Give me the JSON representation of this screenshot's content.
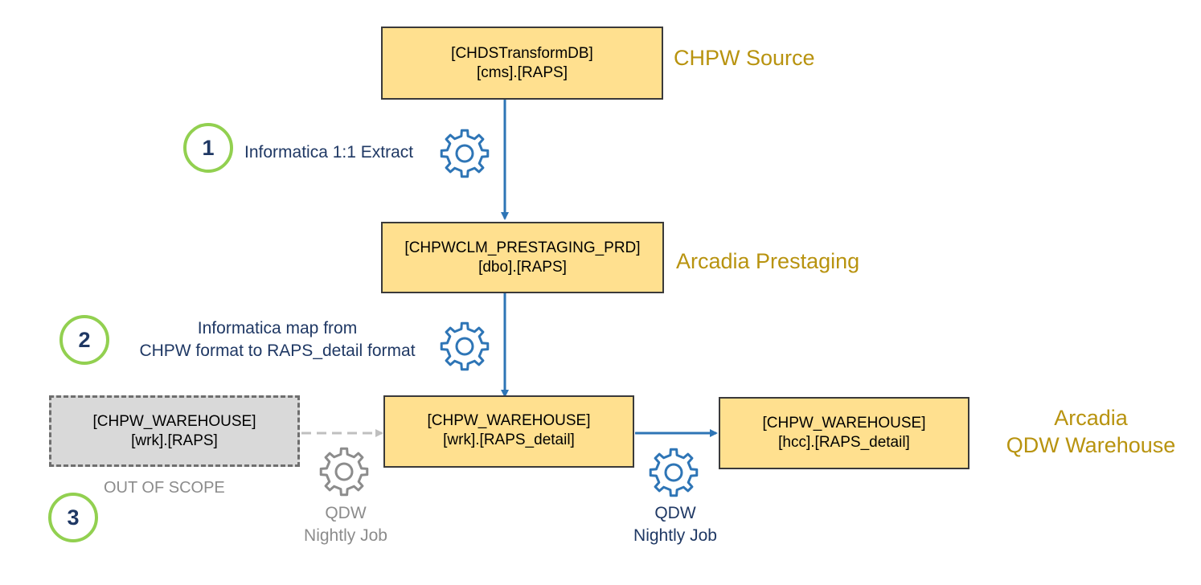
{
  "boxes": {
    "source": {
      "line1": "[CHDSTransformDB]",
      "line2": "[cms].[RAPS]"
    },
    "prestaging": {
      "line1": "[CHPWCLM_PRESTAGING_PRD]",
      "line2": "[dbo].[RAPS]"
    },
    "wrk_raps": {
      "line1": "[CHPW_WAREHOUSE]",
      "line2": "[wrk].[RAPS]"
    },
    "wrk_detail": {
      "line1": "[CHPW_WAREHOUSE]",
      "line2": "[wrk].[RAPS_detail]"
    },
    "hcc_detail": {
      "line1": "[CHPW_WAREHOUSE]",
      "line2": "[hcc].[RAPS_detail]"
    }
  },
  "zones": {
    "source": "CHPW Source",
    "prestaging": "Arcadia Prestaging",
    "warehouse_line1": "Arcadia",
    "warehouse_line2": "QDW Warehouse"
  },
  "steps": {
    "one": "1",
    "two": "2",
    "three": "3"
  },
  "labels": {
    "extract": "Informatica 1:1 Extract",
    "map_line1": "Informatica map from",
    "map_line2": "CHPW format to RAPS_detail format",
    "out_of_scope": "OUT OF SCOPE",
    "job_grey_line1": "QDW",
    "job_grey_line2": "Nightly Job",
    "job_line1": "QDW",
    "job_line2": "Nightly Job"
  },
  "colors": {
    "box_fill": "#FFE08F",
    "out_of_scope_fill": "#D9D9D9",
    "zone_text": "#B8930F",
    "step_ring": "#92D050",
    "arrow": "#2E75B6",
    "gear_blue": "#2E75B6",
    "gear_grey": "#8C8C8C",
    "label_text": "#1F3864"
  },
  "icons": [
    "gear-icon"
  ]
}
